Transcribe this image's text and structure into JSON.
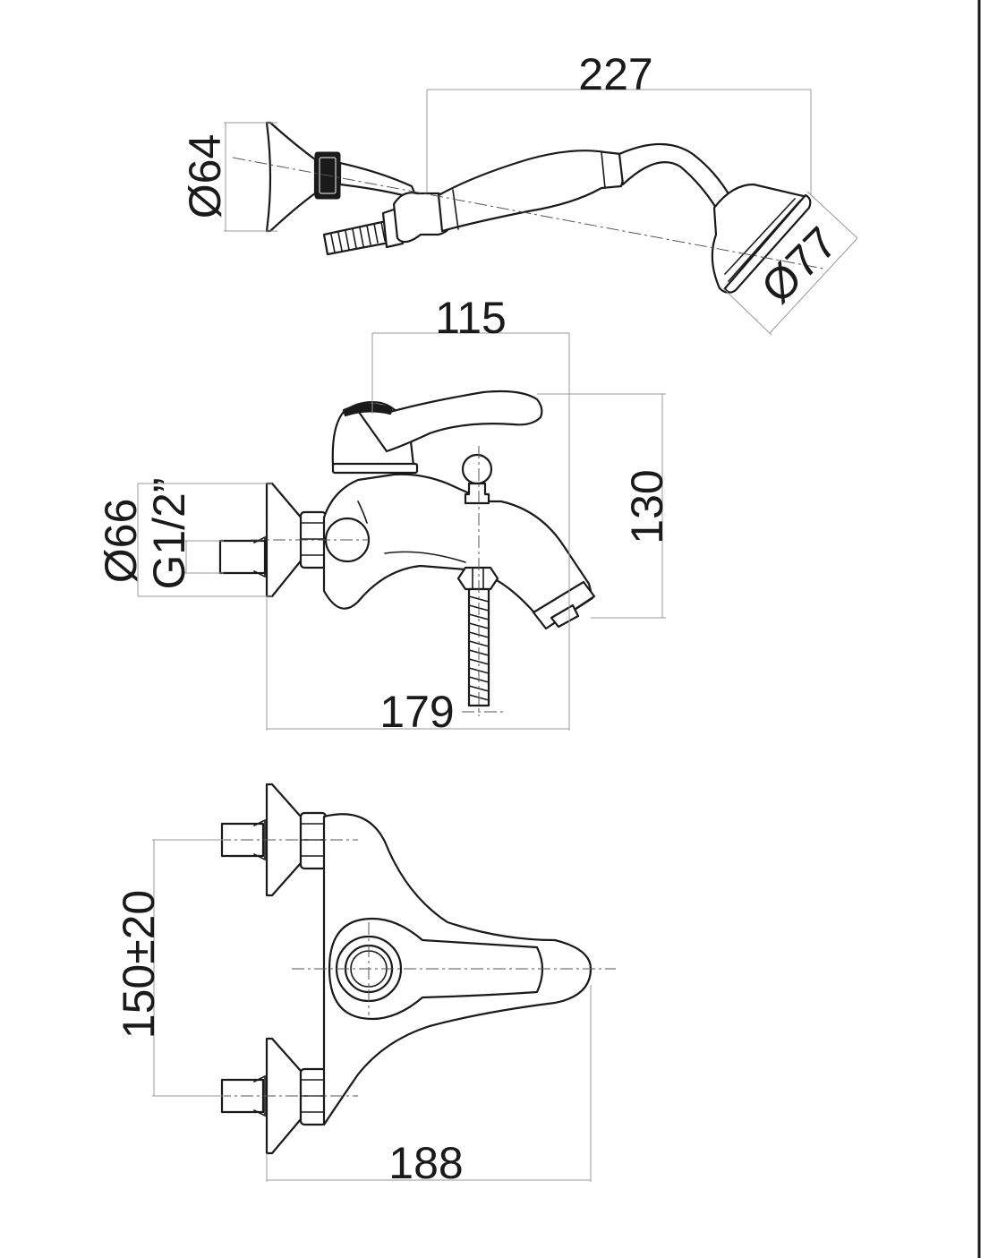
{
  "dimensions": {
    "hand_shower_length": "227",
    "holder_diameter": "Ø64",
    "shower_head_diameter": "Ø77",
    "spout_reach": "115",
    "height": "130",
    "rosette_diameter": "Ø66",
    "connection_thread": "G1/2”",
    "body_depth": "179",
    "centers": "150±20",
    "overall_width": "188"
  },
  "colors": {
    "line": "#1a1a1a",
    "dimension_line": "#9a9a9a",
    "frame_border": "#1a1a1a"
  }
}
